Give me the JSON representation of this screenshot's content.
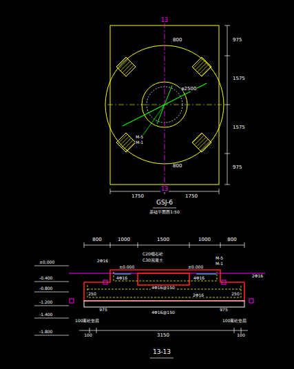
{
  "diagram": {
    "labels": [
      "13",
      "13",
      "800",
      "800",
      "975",
      "1575",
      "1575",
      "975",
      "1750",
      "1750",
      "φ2500",
      "M-5",
      "M-1",
      "GSJ-6",
      "基础平面图1:50",
      "800",
      "1000",
      "1500",
      "1000",
      "800",
      "±0.000",
      "-0.400",
      "-0.800",
      "-1.200",
      "-1.400",
      "-1.800",
      "C20细石砼",
      "C30混凝土",
      "2Φ16",
      "4Φ16",
      "4Φ16",
      "M-5",
      "M-1",
      "±0.000",
      "±0.000",
      "4Φ16@150",
      "4Φ16@150",
      "250",
      "250",
      "975",
      "975",
      "2Φ16",
      "100素砼垫层",
      "100素砼垫层",
      "100",
      "3150",
      "100",
      "13-13",
      "2Φ16"
    ]
  }
}
